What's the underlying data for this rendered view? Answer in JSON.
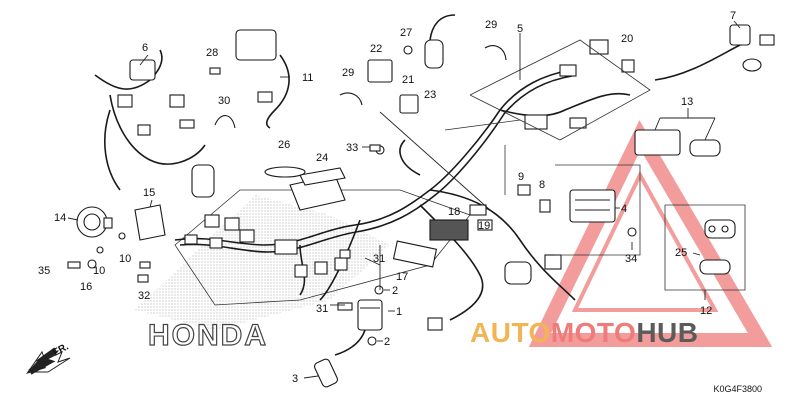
{
  "callouts": [
    {
      "id": "l1",
      "text": "1"
    },
    {
      "id": "l2a",
      "text": "2"
    },
    {
      "id": "l2b",
      "text": "2"
    },
    {
      "id": "l3",
      "text": "3"
    },
    {
      "id": "l4",
      "text": "4"
    },
    {
      "id": "l5",
      "text": "5"
    },
    {
      "id": "l6",
      "text": "6"
    },
    {
      "id": "l7",
      "text": "7"
    },
    {
      "id": "l8",
      "text": "8"
    },
    {
      "id": "l9",
      "text": "9"
    },
    {
      "id": "l10a",
      "text": "10"
    },
    {
      "id": "l10b",
      "text": "10"
    },
    {
      "id": "l11",
      "text": "11"
    },
    {
      "id": "l12",
      "text": "12"
    },
    {
      "id": "l13",
      "text": "13"
    },
    {
      "id": "l14",
      "text": "14"
    },
    {
      "id": "l15",
      "text": "15"
    },
    {
      "id": "l16",
      "text": "16"
    },
    {
      "id": "l17",
      "text": "17"
    },
    {
      "id": "l18",
      "text": "18"
    },
    {
      "id": "l19",
      "text": "19"
    },
    {
      "id": "l20",
      "text": "20"
    },
    {
      "id": "l21",
      "text": "21"
    },
    {
      "id": "l22",
      "text": "22"
    },
    {
      "id": "l23",
      "text": "23"
    },
    {
      "id": "l24",
      "text": "24"
    },
    {
      "id": "l25",
      "text": "25"
    },
    {
      "id": "l26",
      "text": "26"
    },
    {
      "id": "l27",
      "text": "27"
    },
    {
      "id": "l28",
      "text": "28"
    },
    {
      "id": "l29a",
      "text": "29"
    },
    {
      "id": "l29b",
      "text": "29"
    },
    {
      "id": "l30",
      "text": "30"
    },
    {
      "id": "l31a",
      "text": "31"
    },
    {
      "id": "l31b",
      "text": "31"
    },
    {
      "id": "l32",
      "text": "32"
    },
    {
      "id": "l33",
      "text": "33"
    },
    {
      "id": "l34",
      "text": "34"
    },
    {
      "id": "l35",
      "text": "35"
    }
  ],
  "brand_text": "HONDA",
  "direction_label": "FR.",
  "diagram_code": "K0G4F3800",
  "watermark": {
    "part1": "AUTO",
    "part2": "MOTO",
    "part3": "HUB"
  },
  "colors": {
    "watermark_orange": "#f3b455",
    "watermark_red": "#f07b7b",
    "watermark_gray": "#5b5b5b",
    "line": "#1a1a1a"
  }
}
